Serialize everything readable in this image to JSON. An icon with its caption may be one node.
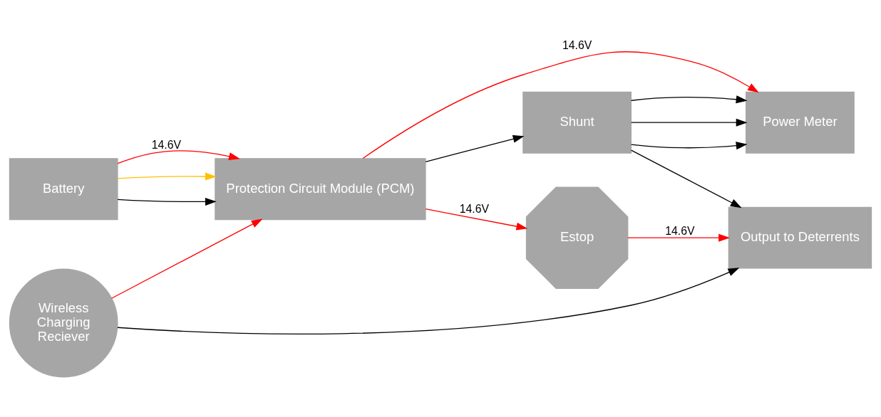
{
  "diagram": {
    "nodes": [
      {
        "text": [
          "Battery"
        ]
      },
      {
        "text": [
          "Protection Circuit Module (PCM)"
        ]
      },
      {
        "text": [
          "Power Meter"
        ]
      },
      {
        "text": [
          "Shunt"
        ]
      },
      {
        "text": [
          "Estop"
        ]
      },
      {
        "text": [
          "Wireless Charging Reciever"
        ]
      },
      {
        "text": [
          "Output to Deterrents"
        ]
      }
    ],
    "edges": [
      {
        "from": 0,
        "to": 1,
        "arrow": "to",
        "label": "14.6V",
        "color": "#ff0000"
      },
      {
        "from": 0,
        "to": 1,
        "arrow": "to"
      },
      {
        "from": 5,
        "to": 1,
        "arrow": "to",
        "color": "#ff0000"
      },
      {
        "from": 0,
        "to": 1,
        "arrow": "to",
        "color": "#ffc000"
      },
      {
        "from": 1,
        "to": 2,
        "arrow": "to",
        "label": "14.6V",
        "color": "#ff0000"
      },
      {
        "from": 1,
        "to": 4,
        "arrow": "to",
        "label": "14.6V",
        "color": "#ff0000"
      },
      {
        "from": 1,
        "to": 3,
        "arrow": "to"
      },
      {
        "from": 3,
        "to": 2,
        "arrow": "to"
      },
      {
        "from": 3,
        "to": 2,
        "arrow": "to"
      },
      {
        "from": 3,
        "to": 2,
        "arrow": "to"
      },
      {
        "from": 3,
        "to": 6,
        "arrow": "to"
      },
      {
        "from": 4,
        "to": 6,
        "arrow": "to",
        "label": "14.6V",
        "color": "#ff0000"
      },
      {
        "from": 5,
        "to": 6,
        "arrow": "to"
      }
    ]
  }
}
